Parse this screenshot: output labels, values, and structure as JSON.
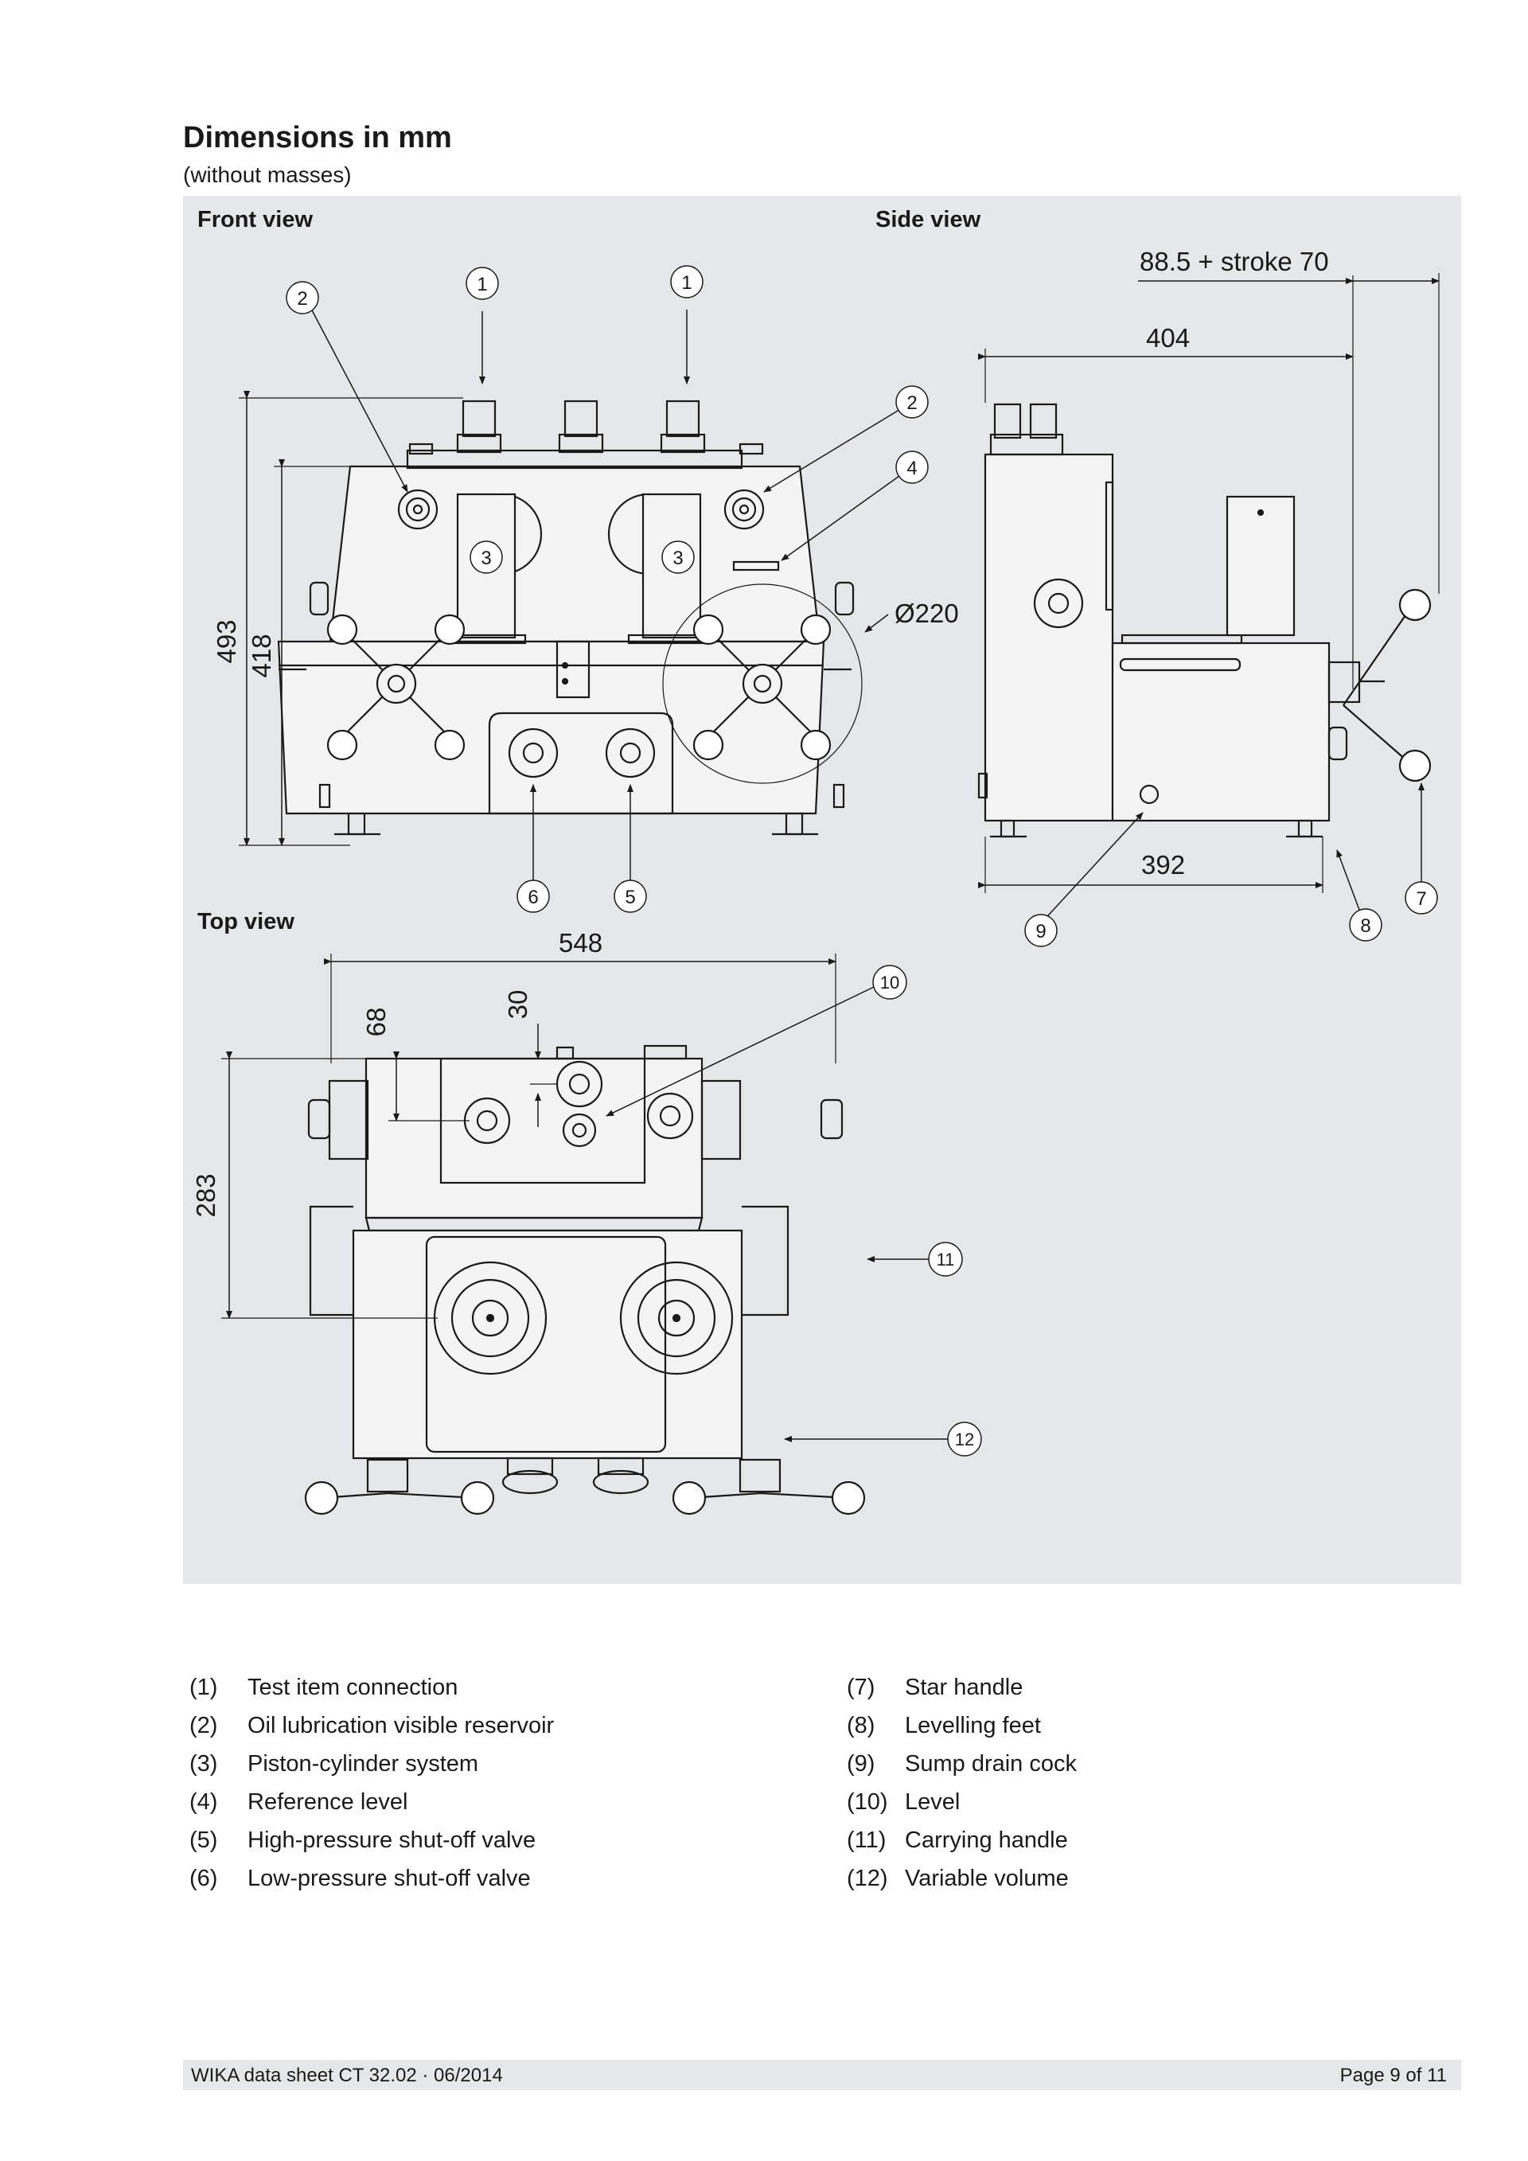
{
  "header": {
    "title": "Dimensions in mm",
    "subtitle": "(without masses)"
  },
  "views": {
    "front": "Front view",
    "side": "Side view",
    "top": "Top view"
  },
  "dimensions": {
    "d_493": "493",
    "d_418": "418",
    "d_220": "Ø220",
    "d_404": "404",
    "d_stroke": "88.5 + stroke 70",
    "d_392": "392",
    "d_548": "548",
    "d_68": "68",
    "d_30": "30",
    "d_283": "283"
  },
  "callouts": {
    "c1": "1",
    "c2": "2",
    "c3": "3",
    "c4": "4",
    "c5": "5",
    "c6": "6",
    "c7": "7",
    "c8": "8",
    "c9": "9",
    "c10": "10",
    "c11": "11",
    "c12": "12"
  },
  "legend": {
    "left": [
      {
        "num": "(1)",
        "text": "Test item connection"
      },
      {
        "num": "(2)",
        "text": "Oil lubrication visible reservoir"
      },
      {
        "num": "(3)",
        "text": "Piston-cylinder system"
      },
      {
        "num": "(4)",
        "text": "Reference level"
      },
      {
        "num": "(5)",
        "text": "High-pressure shut-off valve"
      },
      {
        "num": "(6)",
        "text": "Low-pressure shut-off valve"
      }
    ],
    "right": [
      {
        "num": "(7)",
        "text": "Star handle"
      },
      {
        "num": "(8)",
        "text": "Levelling feet"
      },
      {
        "num": "(9)",
        "text": "Sump drain cock"
      },
      {
        "num": "(10)",
        "text": "Level"
      },
      {
        "num": "(11)",
        "text": "Carrying handle"
      },
      {
        "num": "(12)",
        "text": "Variable volume"
      }
    ]
  },
  "footer": {
    "left": "WIKA data sheet CT 32.02 · 06/2014",
    "right": "Page 9 of 11"
  }
}
